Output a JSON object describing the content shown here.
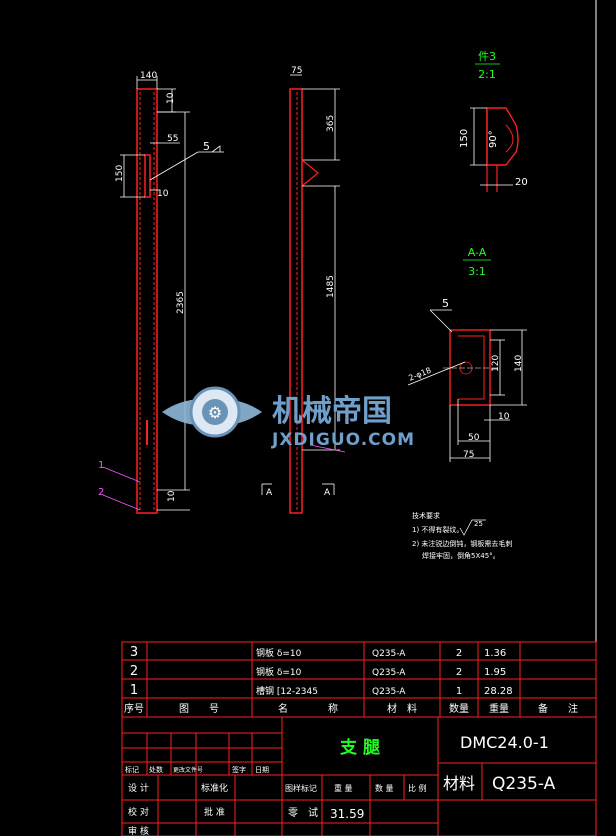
{
  "views": {
    "left": {
      "dim_width": "140",
      "dim_top": "10",
      "dim_offset": "55",
      "dim_slot": "150",
      "dim_slot_gap": "10",
      "dim_length": "2365",
      "dim_bottom": "10",
      "weld_symbol": "5",
      "part1": "1",
      "part2": "2"
    },
    "middle": {
      "dim_width": "75",
      "dim_top": "365",
      "dim_length": "1485",
      "section_mark_left": "A",
      "section_mark_right": "A"
    },
    "detail3": {
      "title": "件3",
      "scale": "2:1",
      "dim_height": "150",
      "dim_angle": "90°",
      "dim_width": "20"
    },
    "sectionAA": {
      "title": "A-A",
      "scale": "3:1",
      "weld": "5",
      "holes": "2-φ18",
      "dim_120": "120",
      "dim_140": "140",
      "dim_10": "10",
      "dim_50": "50",
      "dim_75": "75"
    }
  },
  "notes": {
    "title": "技术要求",
    "line1": "1)  不得有裂纹。",
    "roughness": "25",
    "line2": "2)  未注锐边倒钝，钢板需去毛刺",
    "line3": "焊接牢固，倒角5X45°。"
  },
  "watermark": {
    "cn": "机械帝国",
    "en": "JXDIGUO.COM"
  },
  "bom": {
    "rows": [
      {
        "no": "3",
        "name": "钢板 δ=10",
        "material": "Q235-A",
        "qty": "2",
        "weight": "1.36"
      },
      {
        "no": "2",
        "name": "钢板 δ=10",
        "material": "Q235-A",
        "qty": "2",
        "weight": "1.95"
      },
      {
        "no": "1",
        "name": "槽钢 [12-2345",
        "material": "Q235-A",
        "qty": "1",
        "weight": "28.28"
      }
    ],
    "header": {
      "no": "序号",
      "code": "图　　号",
      "name": "名　　　　称",
      "material": "材　料",
      "qty": "数量",
      "weight": "重量",
      "remark": "备　　注"
    }
  },
  "titleblock": {
    "part_name": "支  腿",
    "drawing_no": "DMC24.0-1",
    "material_label": "材料",
    "material": "Q235-A",
    "rev_labels": [
      "标记",
      "处数",
      "更改文件号",
      "签字",
      "日期"
    ],
    "design": "设 计",
    "standard": "标准化",
    "check": "校 对",
    "review": "审 核",
    "approve": "批 准",
    "stage_mark": "图样标记",
    "weight_label": "重 量",
    "count_label": "数 量",
    "scale_label": "比 例",
    "proto": "零　试",
    "weight_value": "31.59"
  },
  "colors": {
    "bg": "#000000",
    "line": "#ffffff",
    "part": "#ff2020",
    "table": "#ff2020",
    "dim": "#ffffff",
    "leader": "#ff55ff",
    "green": "#22ff22",
    "yellow": "#ffff00"
  }
}
